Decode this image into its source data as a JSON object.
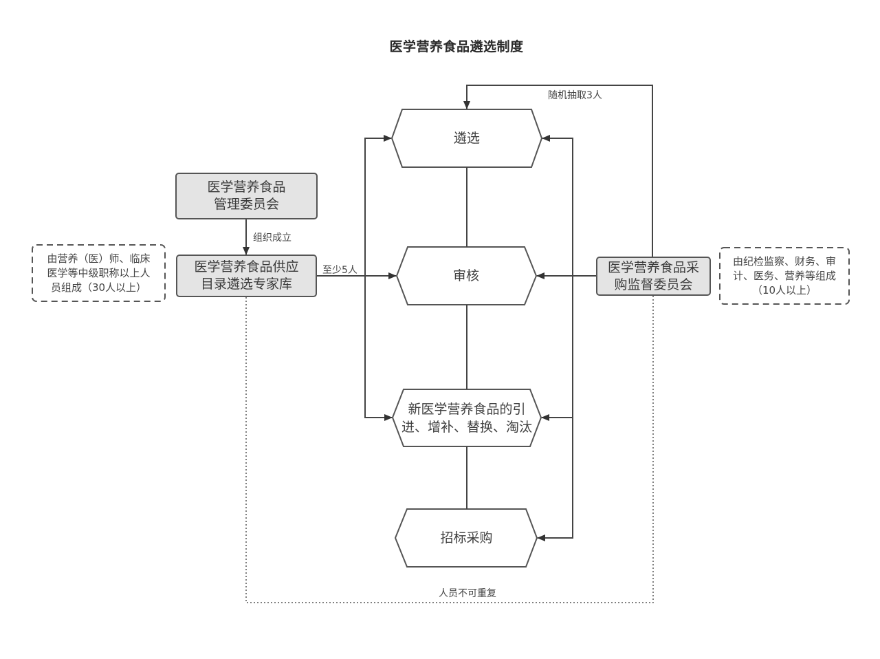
{
  "title": "医学营养食品遴选制度",
  "nodes": {
    "management_committee": {
      "line1": "医学营养食品",
      "line2": "管理委员会"
    },
    "expert_pool": {
      "line1": "医学营养食品供应",
      "line2": "目录遴选专家库"
    },
    "supervision_committee": {
      "line1": "医学营养食品采",
      "line2": "购监督委员会"
    },
    "selection": {
      "label": "遴选"
    },
    "review": {
      "label": "审核"
    },
    "introduce": {
      "line1": "新医学营养食品的引",
      "line2": "进、增补、替换、淘汰"
    },
    "tender": {
      "label": "招标采购"
    }
  },
  "notes": {
    "expert_pool_note": {
      "line1": "由营养（医）师、临床",
      "line2": "医学等中级职称以上人",
      "line3": "员组成（30人以上）"
    },
    "supervision_note": {
      "line1": "由纪检监察、财务、审",
      "line2": "计、医务、营养等组成",
      "line3": "（10人以上）"
    }
  },
  "edge_labels": {
    "organize": "组织成立",
    "at_least_5": "至少5人",
    "random_3": "随机抽取3人",
    "no_repeat": "人员不可重复"
  },
  "colors": {
    "line": "#444444",
    "box_fill": "#e4e4e4",
    "box_border": "#555555"
  }
}
